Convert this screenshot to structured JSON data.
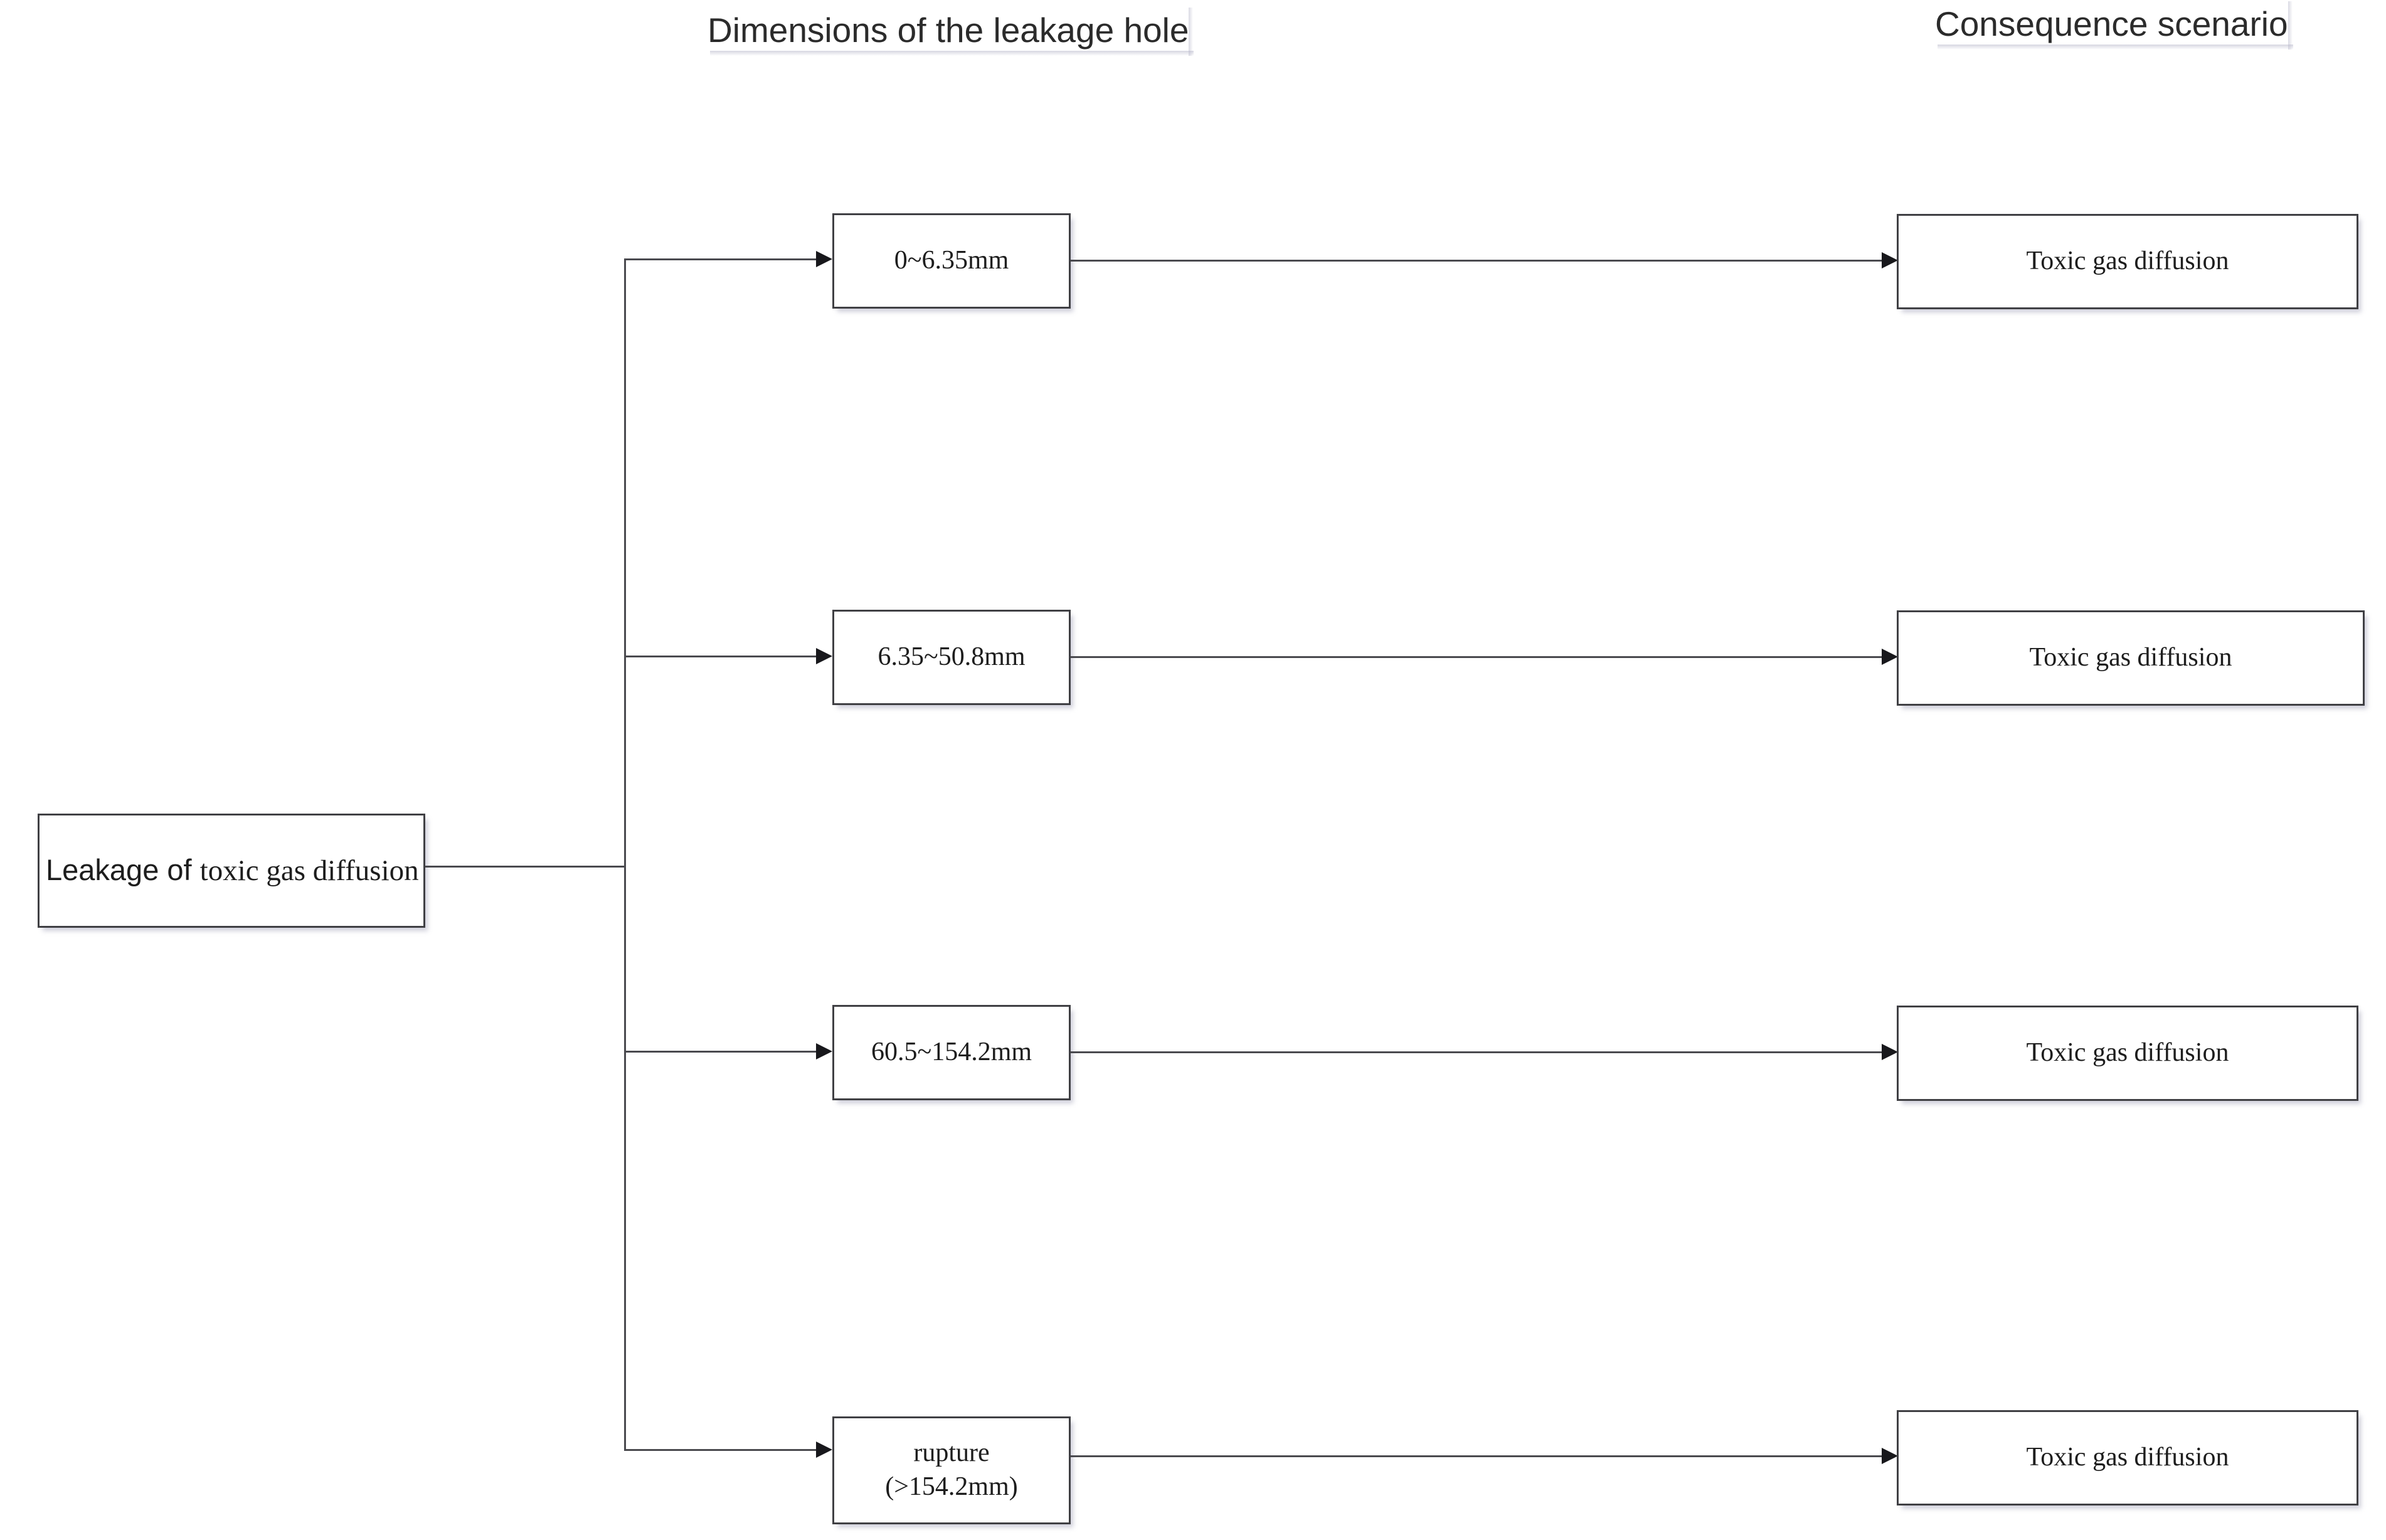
{
  "headers": {
    "dimensions": "Dimensions of the leakage hole",
    "consequence": "Consequence scenario"
  },
  "source": {
    "label_part_sans": "Leakage of ",
    "label_part_serif": " toxic gas diffusion",
    "label_full": "Leakage of  toxic gas diffusion"
  },
  "branches": [
    {
      "dimension": "0~6.35mm",
      "consequence": "Toxic gas diffusion"
    },
    {
      "dimension": "6.35~50.8mm",
      "consequence": "Toxic gas diffusion"
    },
    {
      "dimension": "60.5~154.2mm",
      "consequence": "Toxic gas diffusion"
    },
    {
      "dimension": "rupture\n(>154.2mm)",
      "consequence": "Toxic gas diffusion"
    }
  ],
  "colors": {
    "box_border": "#404044",
    "connector": "#4a4a4f",
    "arrowhead": "#18181c",
    "text": "#1d1d1d",
    "header_text": "#2b2b2b",
    "background": "#ffffff",
    "shadow": "#b4b4c8"
  }
}
